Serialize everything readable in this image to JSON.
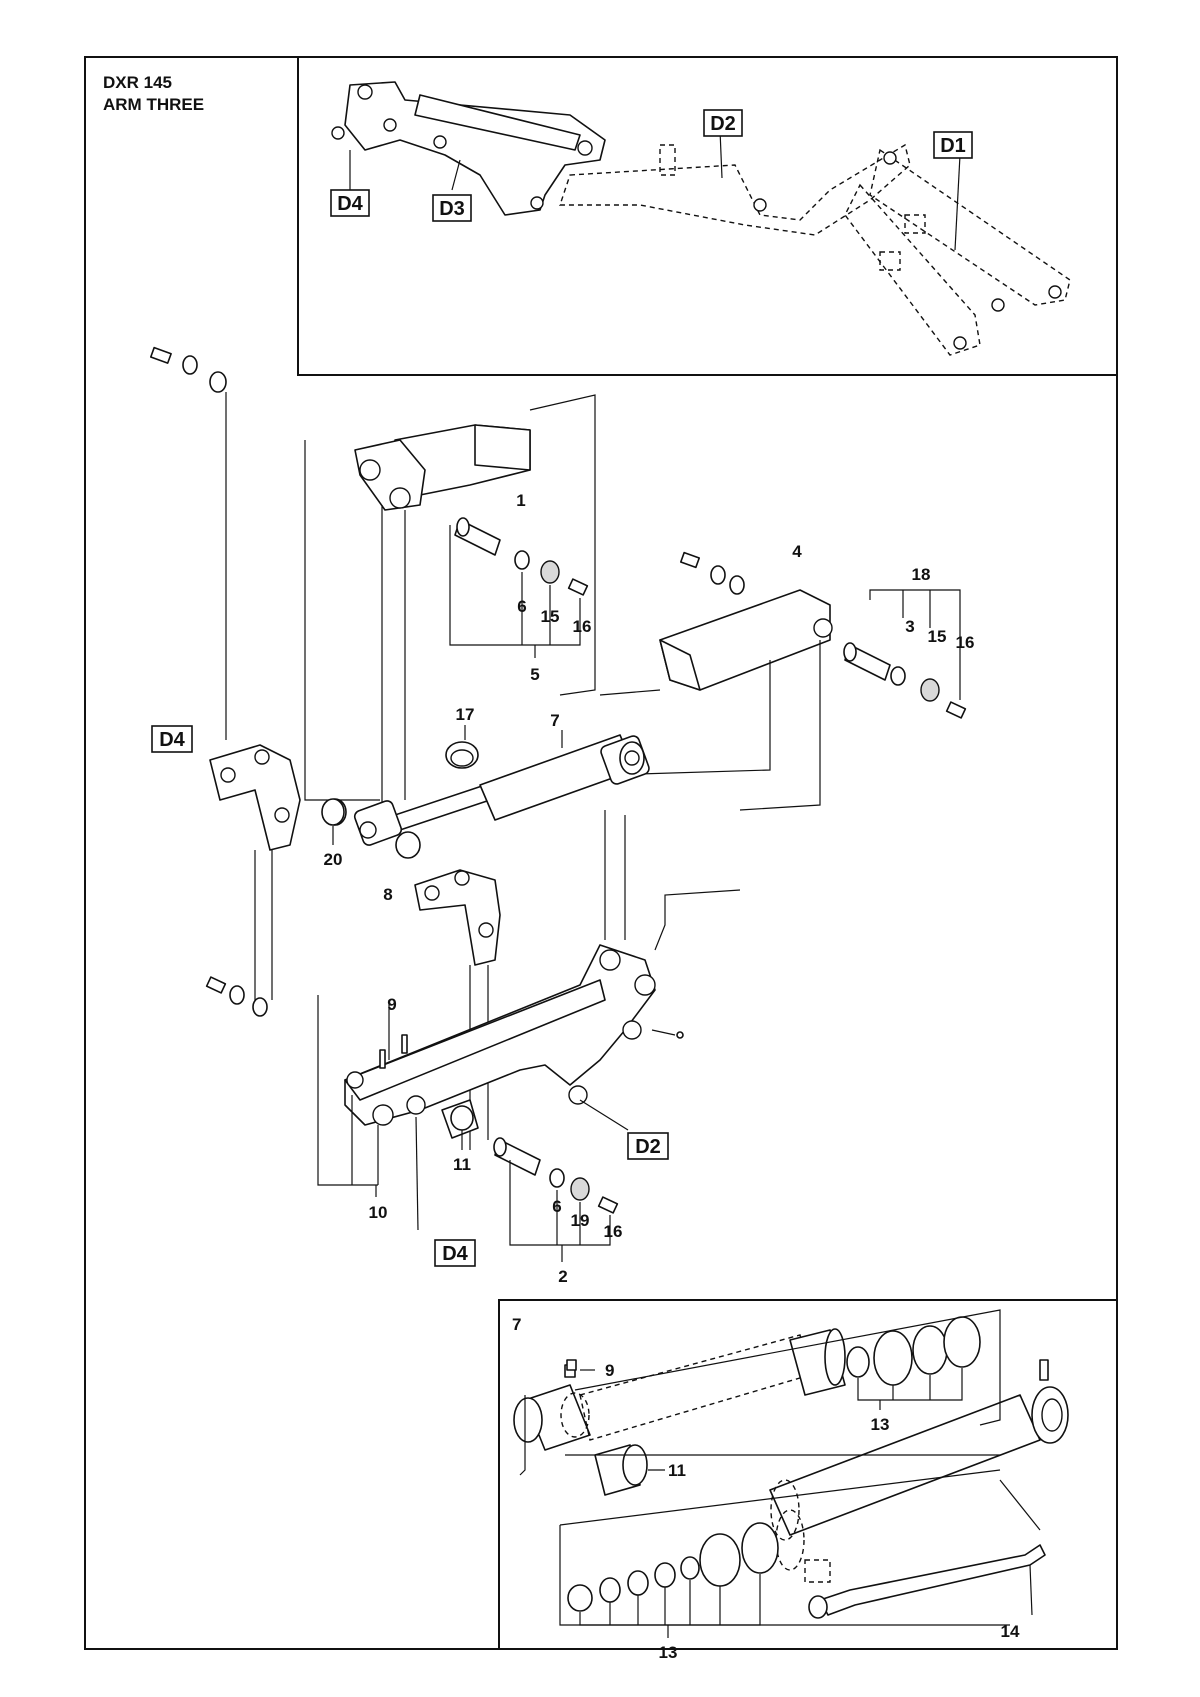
{
  "header": {
    "model": "DXR 145",
    "section": "ARM THREE"
  },
  "references": {
    "d1": "D1",
    "d2": "D2",
    "d3": "D3",
    "d4": "D4"
  },
  "callouts": {
    "c1": "1",
    "c2": "2",
    "c3": "3",
    "c4": "4",
    "c5": "5",
    "c6": "6",
    "c7": "7",
    "c8": "8",
    "c9": "9",
    "c10": "10",
    "c11": "11",
    "c13": "13",
    "c14": "14",
    "c15": "15",
    "c16": "16",
    "c17": "17",
    "c18": "18",
    "c19": "19",
    "c20": "20"
  },
  "inset": {
    "label": "7"
  }
}
